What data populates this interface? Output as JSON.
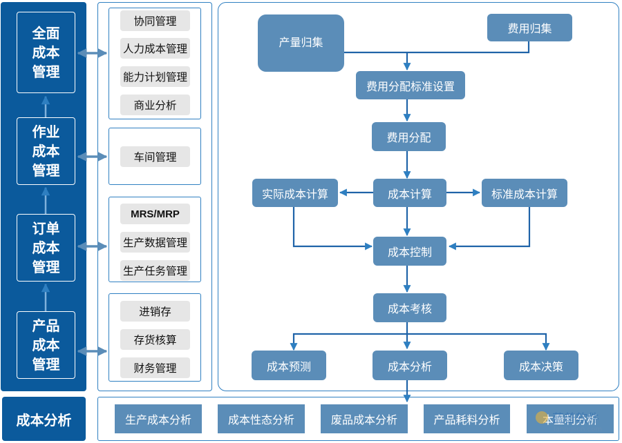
{
  "levels": [
    {
      "label": "全面\n成本\n管理"
    },
    {
      "label": "作业\n成本\n管理"
    },
    {
      "label": "订单\n成本\n管理"
    },
    {
      "label": "产品\n成本\n管理"
    }
  ],
  "groups": [
    {
      "items": [
        "协同管理",
        "人力成本管理",
        "能力计划管理",
        "商业分析"
      ]
    },
    {
      "items": [
        "车间管理"
      ]
    },
    {
      "items": [
        "MRS/MRP",
        "生产数据管理",
        "生产任务管理"
      ]
    },
    {
      "items": [
        "进销存",
        "存货核算",
        "财务管理"
      ]
    }
  ],
  "flow": {
    "production_collection": "产量归集",
    "expense_collection": "费用归集",
    "allocation_standard": "费用分配标准设置",
    "expense_allocation": "费用分配",
    "actual_cost": "实际成本计算",
    "cost_calculation": "成本计算",
    "standard_cost": "标准成本计算",
    "cost_control": "成本控制",
    "cost_assessment": "成本考核",
    "cost_forecast": "成本预测",
    "cost_analysis": "成本分析",
    "cost_decision": "成本决策"
  },
  "bottom": {
    "title": "成本分析",
    "items": [
      "生产成本分析",
      "成本性态分析",
      "废品成本分析",
      "产品耗料分析",
      "本量利分析"
    ]
  },
  "watermark": {
    "brand": "蓝普软件",
    "url": "lanpuson.com"
  },
  "colors": {
    "dark_blue": "#0b5a9c",
    "box_blue": "#5b8db8",
    "line_blue": "#2e7fc1",
    "item_gray": "#e6e6e6"
  }
}
